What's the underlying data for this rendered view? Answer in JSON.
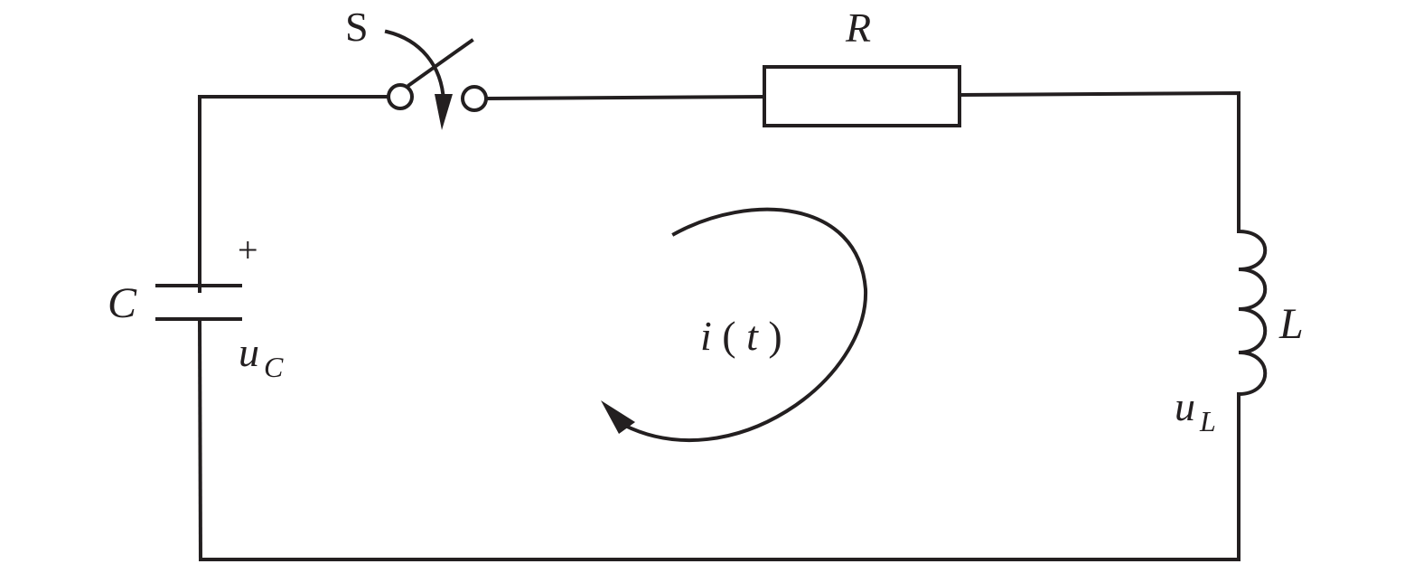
{
  "labels": {
    "switch": "S",
    "resistor": "R",
    "capacitor": "C",
    "capacitor_voltage_symbol": "u",
    "capacitor_voltage_sub": "C",
    "capacitor_polarity": "+",
    "inductor": "L",
    "inductor_voltage_symbol": "u",
    "inductor_voltage_sub": "L",
    "current_i": "i",
    "current_open": "(",
    "current_t": "t",
    "current_close": ")"
  },
  "colors": {
    "stroke": "#231f20",
    "background": "#ffffff"
  }
}
